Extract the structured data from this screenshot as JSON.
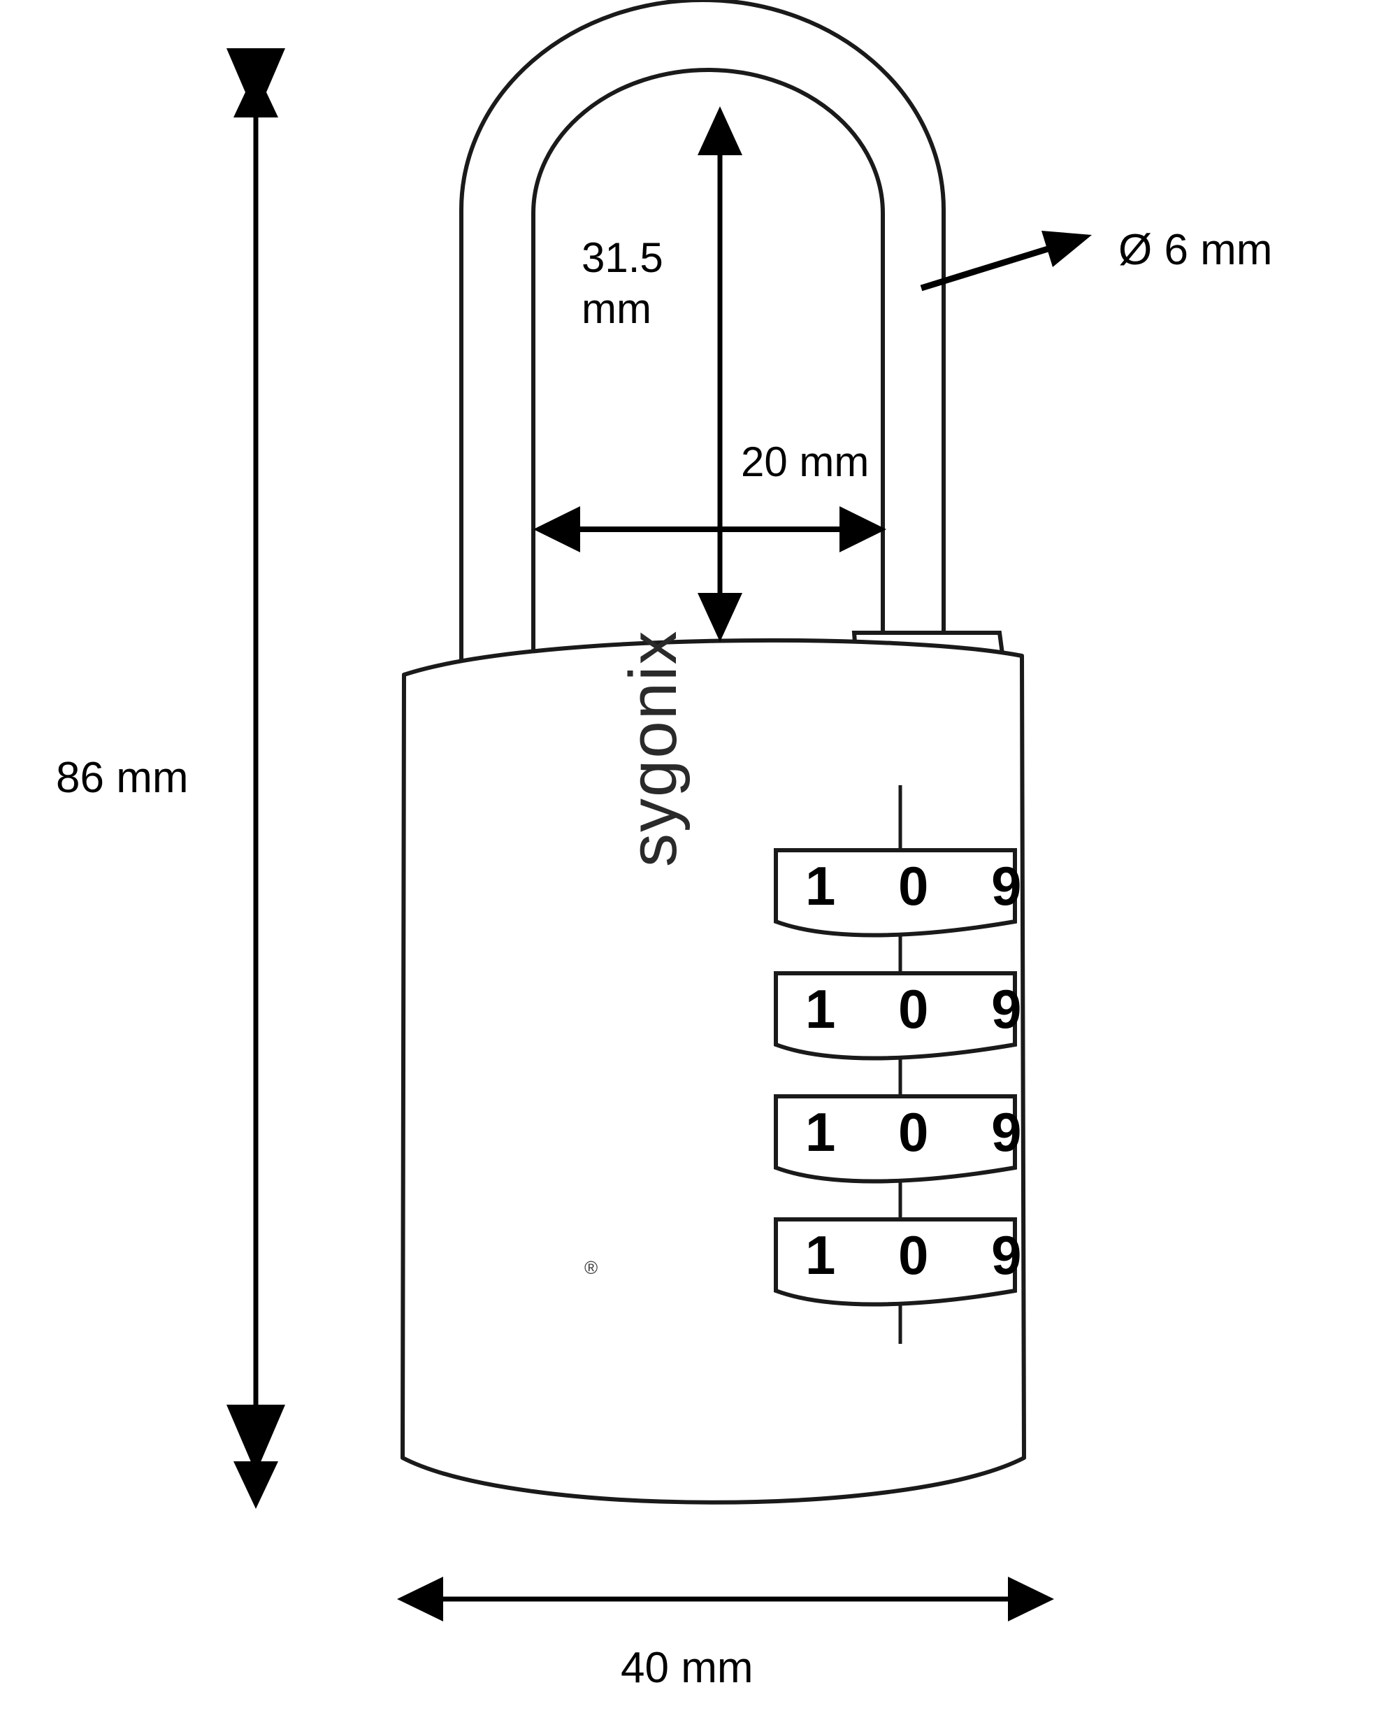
{
  "drawing": {
    "title": "Combination padlock technical dimension drawing",
    "background_color": "#ffffff",
    "line_color": "#000000"
  },
  "dimensions": {
    "overall_height": "86 mm",
    "overall_width": "40 mm",
    "shackle_clearance_height": "31.5\nmm",
    "shackle_clearance_height_plain": "31.5 mm",
    "shackle_inner_width": "20 mm",
    "shackle_diameter": "Ø 6 mm"
  },
  "product": {
    "brand": "sygonix",
    "trademark_symbol": "®",
    "dial_count": 4,
    "dials": [
      {
        "name": "dial-1",
        "digits": "1 0 9"
      },
      {
        "name": "dial-2",
        "digits": "1 0 9"
      },
      {
        "name": "dial-3",
        "digits": "1 0 9"
      },
      {
        "name": "dial-4",
        "digits": "1 0 9"
      }
    ]
  }
}
